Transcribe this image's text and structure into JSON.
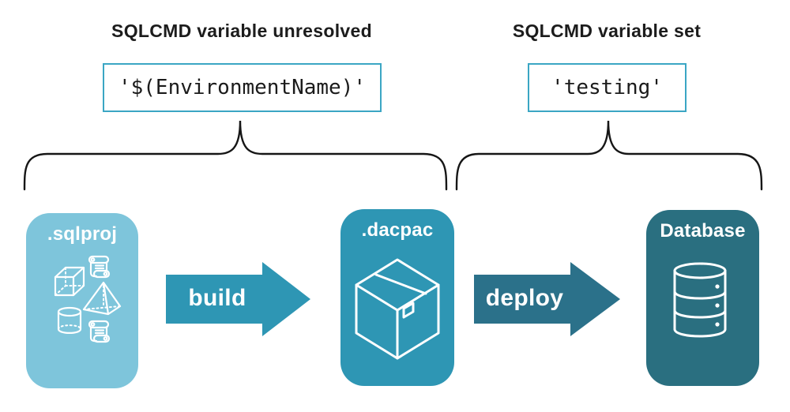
{
  "colors": {
    "light_card": "#7EC5DB",
    "teal": "#2E96B4",
    "deploy_arrow": "#2B718A",
    "dark_card": "#2A6F80",
    "code_border": "#3BA6C4",
    "ink": "#1C1C1C"
  },
  "headers": {
    "unresolved": "SQLCMD variable unresolved",
    "set": "SQLCMD variable set"
  },
  "values": {
    "unresolved": "'$(EnvironmentName)'",
    "set": "'testing'"
  },
  "pipeline": {
    "stages": [
      {
        "label": ".sqlproj",
        "icon": "sql-project-objects-icon"
      },
      {
        "label": ".dacpac",
        "icon": "package-box-icon"
      },
      {
        "label": "Database",
        "icon": "database-cylinder-icon"
      }
    ],
    "arrows": [
      {
        "label": "build"
      },
      {
        "label": "deploy"
      }
    ]
  }
}
